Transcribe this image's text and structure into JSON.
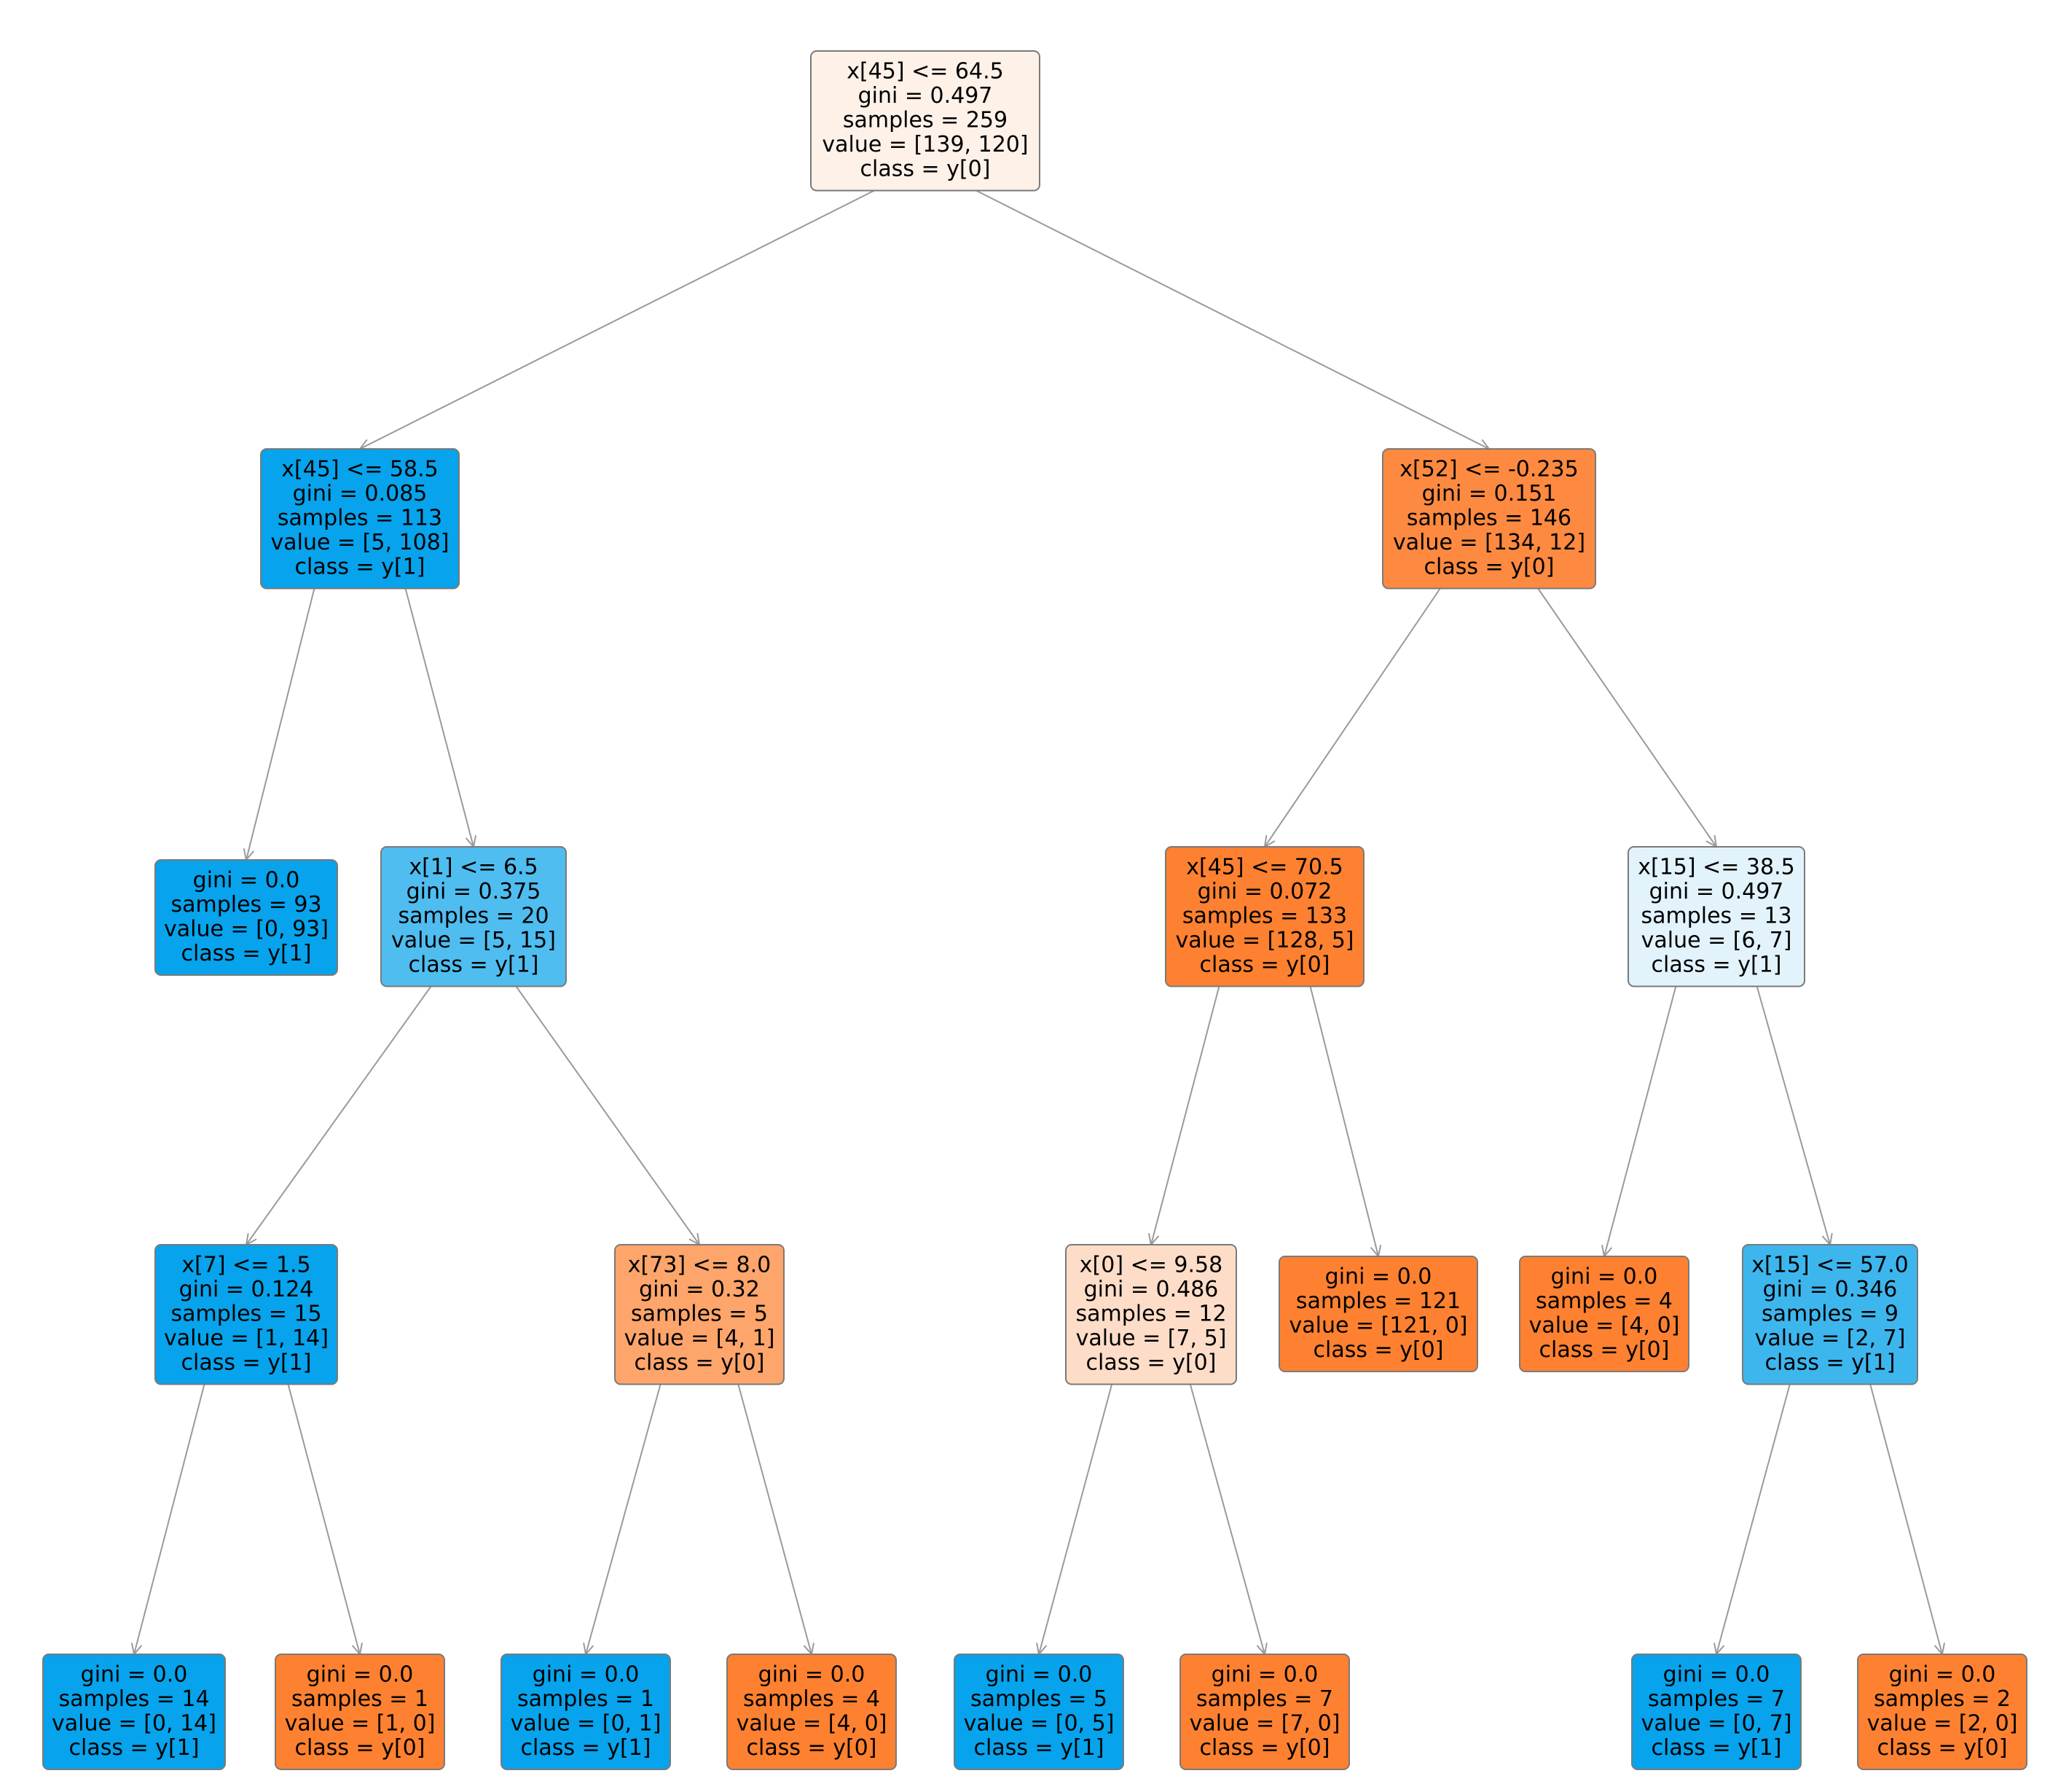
{
  "colors": {
    "background": "#ffffff",
    "class_0": "#e58139",
    "class_1": "#399de5",
    "edge": "#9a9a9a",
    "border": "#7a7a7a"
  },
  "nodes": [
    {
      "id": "n0",
      "lines": [
        "x[45] <= 64.5",
        "gini = 0.497",
        "samples = 259",
        "value = [139, 120]",
        "class = y[0]"
      ],
      "cls": 0,
      "fill": "#fef1e8"
    },
    {
      "id": "n1",
      "lines": [
        "x[45] <= 58.5",
        "gini = 0.085",
        "samples = 113",
        "value = [5, 108]",
        "class = y[1]"
      ],
      "cls": 1,
      "fill": "#07a3ec"
    },
    {
      "id": "n2",
      "lines": [
        "gini = 0.0",
        "samples = 93",
        "value = [0, 93]",
        "class = y[1]"
      ],
      "cls": 1,
      "fill": "#07a3ec"
    },
    {
      "id": "n3",
      "lines": [
        "x[1] <= 6.5",
        "gini = 0.375",
        "samples = 20",
        "value = [5, 15]",
        "class = y[1]"
      ],
      "cls": 1,
      "fill": "#4fbdf0"
    },
    {
      "id": "n4",
      "lines": [
        "x[7] <= 1.5",
        "gini = 0.124",
        "samples = 15",
        "value = [1, 14]",
        "class = y[1]"
      ],
      "cls": 1,
      "fill": "#07a3ec"
    },
    {
      "id": "n5",
      "lines": [
        "gini = 0.0",
        "samples = 14",
        "value = [0, 14]",
        "class = y[1]"
      ],
      "cls": 1,
      "fill": "#07a3ec"
    },
    {
      "id": "n6",
      "lines": [
        "gini = 0.0",
        "samples = 1",
        "value = [1, 0]",
        "class = y[0]"
      ],
      "cls": 0,
      "fill": "#fd8130"
    },
    {
      "id": "n7",
      "lines": [
        "x[73] <= 8.0",
        "gini = 0.32",
        "samples = 5",
        "value = [4, 1]",
        "class = y[0]"
      ],
      "cls": 0,
      "fill": "#fda56b"
    },
    {
      "id": "n8",
      "lines": [
        "gini = 0.0",
        "samples = 1",
        "value = [0, 1]",
        "class = y[1]"
      ],
      "cls": 1,
      "fill": "#07a3ec"
    },
    {
      "id": "n9",
      "lines": [
        "gini = 0.0",
        "samples = 4",
        "value = [4, 0]",
        "class = y[0]"
      ],
      "cls": 0,
      "fill": "#fd8130"
    },
    {
      "id": "n10",
      "lines": [
        "x[52] <= -0.235",
        "gini = 0.151",
        "samples = 146",
        "value = [134, 12]",
        "class = y[0]"
      ],
      "cls": 0,
      "fill": "#fd8a40"
    },
    {
      "id": "n11",
      "lines": [
        "x[45] <= 70.5",
        "gini = 0.072",
        "samples = 133",
        "value = [128, 5]",
        "class = y[0]"
      ],
      "cls": 0,
      "fill": "#fd8130"
    },
    {
      "id": "n12",
      "lines": [
        "x[0] <= 9.58",
        "gini = 0.486",
        "samples = 12",
        "value = [7, 5]",
        "class = y[0]"
      ],
      "cls": 0,
      "fill": "#fdddc8"
    },
    {
      "id": "n13",
      "lines": [
        "gini = 0.0",
        "samples = 5",
        "value = [0, 5]",
        "class = y[1]"
      ],
      "cls": 1,
      "fill": "#07a3ec"
    },
    {
      "id": "n14",
      "lines": [
        "gini = 0.0",
        "samples = 7",
        "value = [7, 0]",
        "class = y[0]"
      ],
      "cls": 0,
      "fill": "#fd8130"
    },
    {
      "id": "n15",
      "lines": [
        "gini = 0.0",
        "samples = 121",
        "value = [121, 0]",
        "class = y[0]"
      ],
      "cls": 0,
      "fill": "#fd8130"
    },
    {
      "id": "n16",
      "lines": [
        "x[15] <= 38.5",
        "gini = 0.497",
        "samples = 13",
        "value = [6, 7]",
        "class = y[1]"
      ],
      "cls": 1,
      "fill": "#e2f3fc"
    },
    {
      "id": "n17",
      "lines": [
        "gini = 0.0",
        "samples = 4",
        "value = [4, 0]",
        "class = y[0]"
      ],
      "cls": 0,
      "fill": "#fd8130"
    },
    {
      "id": "n18",
      "lines": [
        "x[15] <= 57.0",
        "gini = 0.346",
        "samples = 9",
        "value = [2, 7]",
        "class = y[1]"
      ],
      "cls": 1,
      "fill": "#3db6ee"
    },
    {
      "id": "n19",
      "lines": [
        "gini = 0.0",
        "samples = 7",
        "value = [0, 7]",
        "class = y[1]"
      ],
      "cls": 1,
      "fill": "#07a3ec"
    },
    {
      "id": "n20",
      "lines": [
        "gini = 0.0",
        "samples = 2",
        "value = [2, 0]",
        "class = y[0]"
      ],
      "cls": 0,
      "fill": "#fd8130"
    }
  ],
  "edges": [
    [
      "n0",
      "n1"
    ],
    [
      "n0",
      "n10"
    ],
    [
      "n1",
      "n2"
    ],
    [
      "n1",
      "n3"
    ],
    [
      "n3",
      "n4"
    ],
    [
      "n3",
      "n7"
    ],
    [
      "n4",
      "n5"
    ],
    [
      "n4",
      "n6"
    ],
    [
      "n7",
      "n8"
    ],
    [
      "n7",
      "n9"
    ],
    [
      "n10",
      "n11"
    ],
    [
      "n10",
      "n16"
    ],
    [
      "n11",
      "n12"
    ],
    [
      "n11",
      "n15"
    ],
    [
      "n12",
      "n13"
    ],
    [
      "n12",
      "n14"
    ],
    [
      "n16",
      "n17"
    ],
    [
      "n16",
      "n18"
    ],
    [
      "n18",
      "n19"
    ],
    [
      "n18",
      "n20"
    ]
  ]
}
